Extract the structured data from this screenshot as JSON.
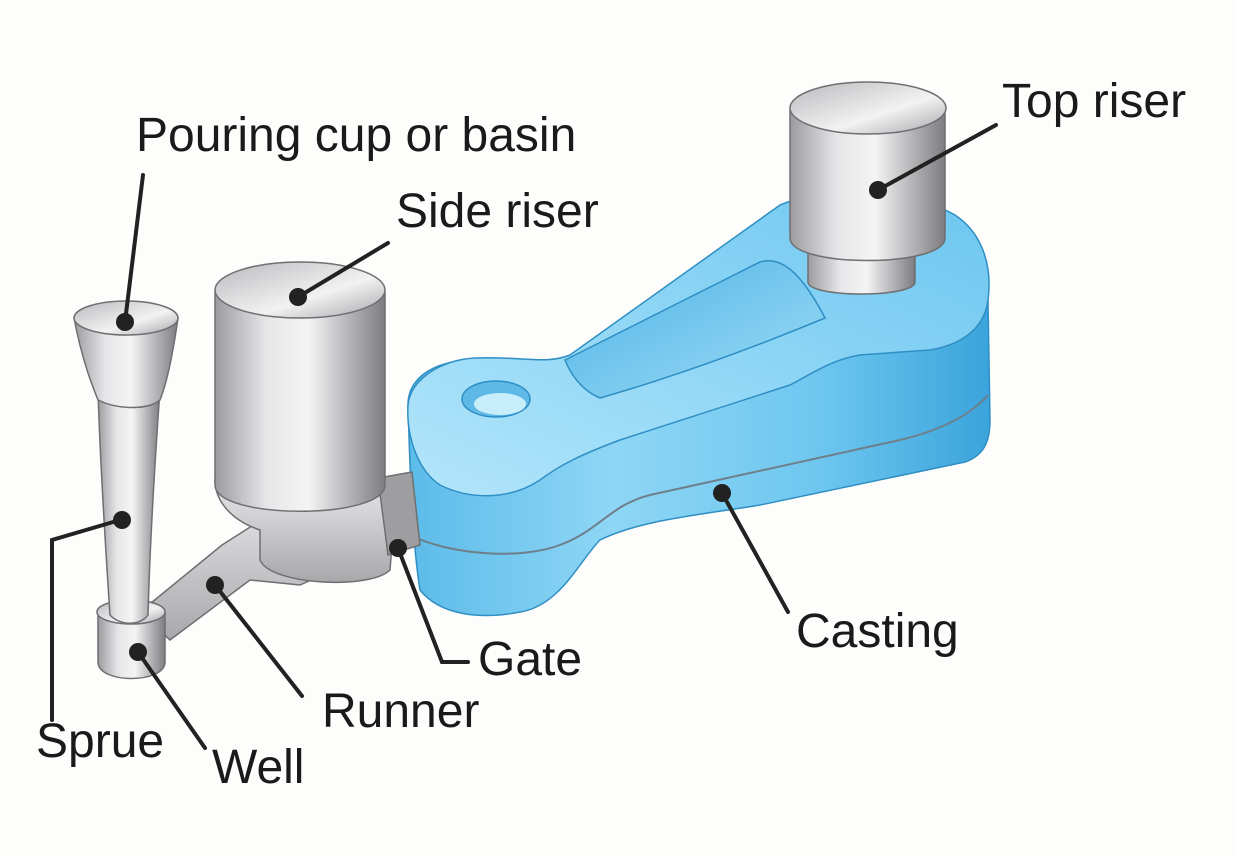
{
  "labels": {
    "pouring_cup": "Pouring cup or basin",
    "side_riser": "Side riser",
    "top_riser": "Top riser",
    "casting": "Casting",
    "gate": "Gate",
    "runner": "Runner",
    "sprue": "Sprue",
    "well": "Well"
  },
  "colors": {
    "casting": "#6ec6ee",
    "metal": "#c9c9cb",
    "leader": "#222222"
  }
}
